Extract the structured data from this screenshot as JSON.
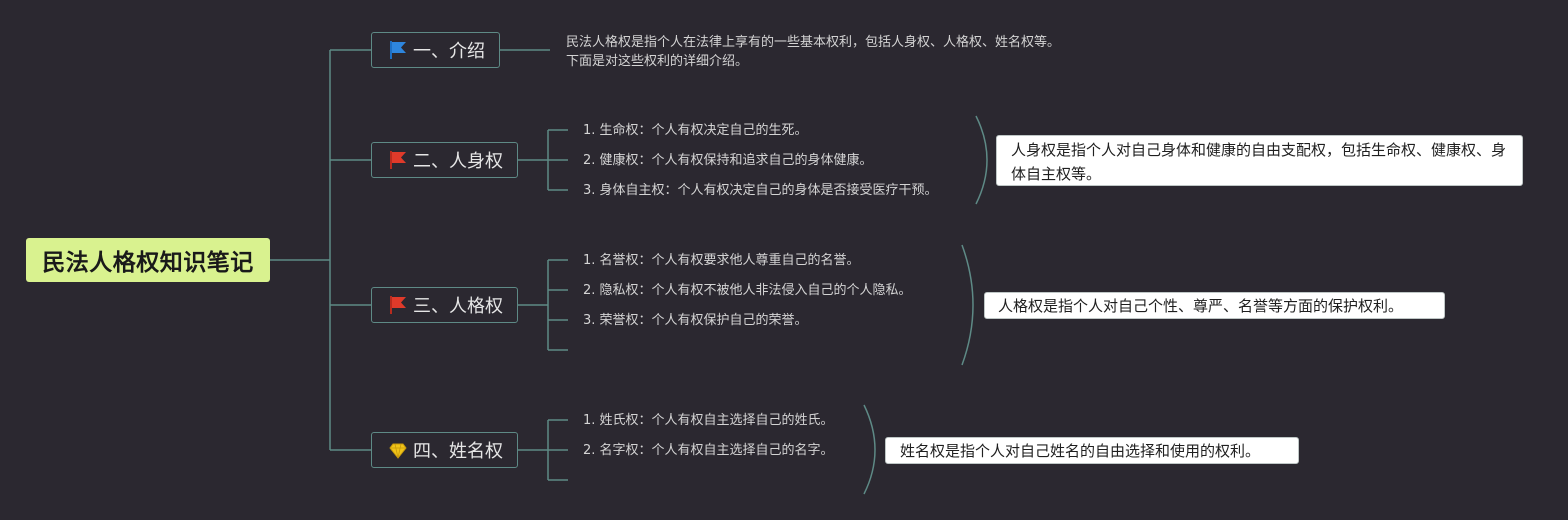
{
  "root": {
    "title": "民法人格权知识笔记"
  },
  "branches": [
    {
      "label": "一、介绍",
      "icon": "blue-flag-icon",
      "icon_color": "#2e86de",
      "text": "民法人格权是指个人在法律上享有的一些基本权利，包括人身权、人格权、姓名权等。下面是对这些权利的详细介绍。"
    },
    {
      "label": "二、人身权",
      "icon": "red-flag-icon",
      "icon_color": "#e03a2a",
      "items": [
        "1. 生命权：个人有权决定自己的生死。",
        "2. 健康权：个人有权保持和追求自己的身体健康。",
        "3. 身体自主权：个人有权决定自己的身体是否接受医疗干预。"
      ],
      "summary": "人身权是指个人对自己身体和健康的自由支配权，包括生命权、健康权、身体自主权等。"
    },
    {
      "label": "三、人格权",
      "icon": "red-flag-icon",
      "icon_color": "#e03a2a",
      "items": [
        "1. 名誉权：个人有权要求他人尊重自己的名誉。",
        "2. 隐私权：个人有权不被他人非法侵入自己的个人隐私。",
        "3. 荣誉权：个人有权保护自己的荣誉。"
      ],
      "summary": "人格权是指个人对自己个性、尊严、名誉等方面的保护权利。"
    },
    {
      "label": "四、姓名权",
      "icon": "diamond-icon",
      "icon_color": "#f0c419",
      "items": [
        "1. 姓氏权：个人有权自主选择自己的姓氏。",
        "2. 名字权：个人有权自主选择自己的名字。"
      ],
      "summary": "姓名权是指个人对自己姓名的自由选择和使用的权利。"
    }
  ],
  "colors": {
    "background": "#2b2830",
    "connector": "#5e8a86",
    "root_fill": "#d9f28f"
  }
}
